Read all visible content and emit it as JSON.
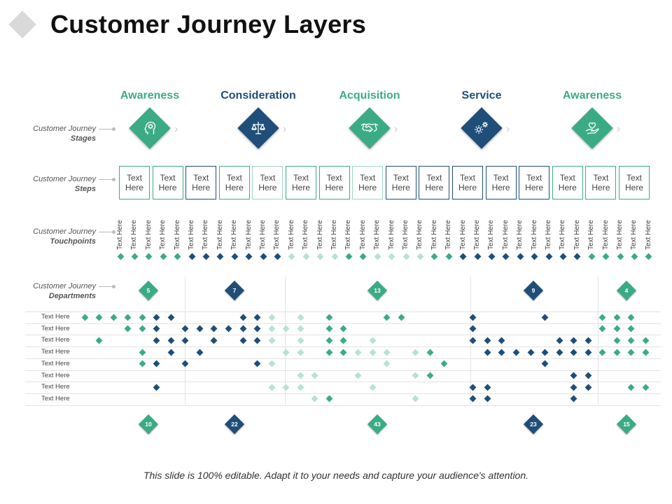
{
  "page_title": "Customer Journey Layers",
  "footer_note": "This slide is 100% editable.  Adapt it to your needs and capture your audience's attention.",
  "colors": {
    "green": "#3bab86",
    "navy": "#1f4e79",
    "light_green": "#b7e1d3",
    "grid_line": "#e3e3e3"
  },
  "row_labels": {
    "stages": {
      "line1": "Customer Journey",
      "line2": "Stages"
    },
    "steps": {
      "line1": "Customer Journey",
      "line2": "Steps"
    },
    "touchpoints": {
      "line1": "Customer Journey",
      "line2": "Touchpoints"
    },
    "departments": {
      "line1": "Customer Journey",
      "line2": "Departments"
    }
  },
  "stages": [
    {
      "name": "Awareness",
      "icon": "head-brain-icon",
      "color": "green"
    },
    {
      "name": "Consideration",
      "icon": "balance-scale-icon",
      "color": "navy"
    },
    {
      "name": "Acquisition",
      "icon": "handshake-icon",
      "color": "green"
    },
    {
      "name": "Service",
      "icon": "gears-icon",
      "color": "navy"
    },
    {
      "name": "Awareness",
      "icon": "heart-hand-icon",
      "color": "green"
    }
  ],
  "steps": [
    {
      "line1": "Text",
      "line2": "Here",
      "color": "green"
    },
    {
      "line1": "Text",
      "line2": "Here",
      "color": "green"
    },
    {
      "line1": "Text",
      "line2": "Here",
      "color": "navy"
    },
    {
      "line1": "Text",
      "line2": "Here",
      "color": "green"
    },
    {
      "line1": "Text",
      "line2": "Here",
      "color": "light"
    },
    {
      "line1": "Text",
      "line2": "Here",
      "color": "green"
    },
    {
      "line1": "Text",
      "line2": "Here",
      "color": "green"
    },
    {
      "line1": "Text",
      "line2": "Here",
      "color": "light"
    },
    {
      "line1": "Text",
      "line2": "Here",
      "color": "navy"
    },
    {
      "line1": "Text",
      "line2": "Here",
      "color": "navy"
    },
    {
      "line1": "Text",
      "line2": "Here",
      "color": "navy"
    },
    {
      "line1": "Text",
      "line2": "Here",
      "color": "navy"
    },
    {
      "line1": "Text",
      "line2": "Here",
      "color": "navy"
    },
    {
      "line1": "Text",
      "line2": "Here",
      "color": "green"
    },
    {
      "line1": "Text",
      "line2": "Here",
      "color": "green"
    },
    {
      "line1": "Text",
      "line2": "Here",
      "color": "green"
    }
  ],
  "touchpoints": {
    "label": "Text Here",
    "markers": [
      "green",
      "green",
      "green",
      "green",
      "green",
      "navy",
      "navy",
      "navy",
      "navy",
      "navy",
      "navy",
      "navy",
      "light",
      "light",
      "light",
      "light",
      "green",
      "green",
      "light",
      "light",
      "light",
      "light",
      "green",
      "green",
      "navy",
      "navy",
      "navy",
      "navy",
      "navy",
      "navy",
      "navy",
      "navy",
      "navy",
      "green",
      "green",
      "green",
      "green",
      "green"
    ]
  },
  "departments": {
    "rows": [
      "Text Here",
      "Text Here",
      "Text Here",
      "Text Here",
      "Text Here",
      "Text Here",
      "Text Here",
      "Text Here"
    ],
    "top_numbers": [
      {
        "value": "5",
        "color": "green"
      },
      {
        "value": "7",
        "color": "navy"
      },
      {
        "value": "13",
        "color": "green"
      },
      {
        "value": "9",
        "color": "navy"
      },
      {
        "value": "4",
        "color": "green"
      }
    ],
    "bottom_numbers": [
      {
        "value": "10",
        "color": "green"
      },
      {
        "value": "22",
        "color": "navy"
      },
      {
        "value": "43",
        "color": "green"
      },
      {
        "value": "23",
        "color": "navy"
      },
      {
        "value": "15",
        "color": "green"
      }
    ],
    "grid": [
      [
        [
          0,
          "green"
        ],
        [
          1,
          "green"
        ],
        [
          2,
          "green"
        ],
        [
          3,
          "green"
        ],
        [
          4,
          "green"
        ],
        [
          5,
          "navy"
        ],
        [
          6,
          "navy"
        ],
        [
          11,
          "navy"
        ],
        [
          12,
          "navy"
        ],
        [
          13,
          "light"
        ],
        [
          15,
          "light"
        ],
        [
          17,
          "green"
        ],
        [
          21,
          "green"
        ],
        [
          22,
          "green"
        ],
        [
          27,
          "navy"
        ],
        [
          32,
          "navy"
        ],
        [
          36,
          "green"
        ],
        [
          37,
          "green"
        ],
        [
          38,
          "green"
        ]
      ],
      [
        [
          3,
          "green"
        ],
        [
          4,
          "green"
        ],
        [
          5,
          "navy"
        ],
        [
          7,
          "navy"
        ],
        [
          8,
          "navy"
        ],
        [
          9,
          "navy"
        ],
        [
          10,
          "navy"
        ],
        [
          11,
          "navy"
        ],
        [
          12,
          "navy"
        ],
        [
          13,
          "light"
        ],
        [
          14,
          "light"
        ],
        [
          15,
          "light"
        ],
        [
          17,
          "green"
        ],
        [
          18,
          "green"
        ],
        [
          27,
          "navy"
        ],
        [
          36,
          "green"
        ],
        [
          37,
          "green"
        ],
        [
          38,
          "green"
        ]
      ],
      [
        [
          1,
          "green"
        ],
        [
          5,
          "navy"
        ],
        [
          6,
          "navy"
        ],
        [
          7,
          "navy"
        ],
        [
          9,
          "navy"
        ],
        [
          11,
          "navy"
        ],
        [
          12,
          "navy"
        ],
        [
          13,
          "light"
        ],
        [
          15,
          "light"
        ],
        [
          17,
          "green"
        ],
        [
          18,
          "green"
        ],
        [
          20,
          "light"
        ],
        [
          27,
          "navy"
        ],
        [
          28,
          "navy"
        ],
        [
          29,
          "navy"
        ],
        [
          33,
          "navy"
        ],
        [
          34,
          "navy"
        ],
        [
          35,
          "navy"
        ],
        [
          37,
          "green"
        ],
        [
          38,
          "green"
        ],
        [
          39,
          "green"
        ]
      ],
      [
        [
          4,
          "green"
        ],
        [
          6,
          "navy"
        ],
        [
          8,
          "navy"
        ],
        [
          14,
          "light"
        ],
        [
          15,
          "light"
        ],
        [
          17,
          "green"
        ],
        [
          18,
          "green"
        ],
        [
          19,
          "light"
        ],
        [
          20,
          "light"
        ],
        [
          21,
          "light"
        ],
        [
          23,
          "light"
        ],
        [
          24,
          "green"
        ],
        [
          28,
          "navy"
        ],
        [
          29,
          "navy"
        ],
        [
          30,
          "navy"
        ],
        [
          31,
          "navy"
        ],
        [
          32,
          "navy"
        ],
        [
          33,
          "navy"
        ],
        [
          34,
          "navy"
        ],
        [
          35,
          "navy"
        ],
        [
          36,
          "green"
        ],
        [
          37,
          "green"
        ],
        [
          38,
          "green"
        ],
        [
          39,
          "green"
        ]
      ],
      [
        [
          4,
          "green"
        ],
        [
          5,
          "navy"
        ],
        [
          7,
          "navy"
        ],
        [
          12,
          "navy"
        ],
        [
          13,
          "light"
        ],
        [
          21,
          "light"
        ],
        [
          25,
          "green"
        ],
        [
          32,
          "navy"
        ]
      ],
      [
        [
          15,
          "light"
        ],
        [
          16,
          "light"
        ],
        [
          19,
          "light"
        ],
        [
          23,
          "light"
        ],
        [
          24,
          "green"
        ],
        [
          34,
          "navy"
        ],
        [
          35,
          "navy"
        ]
      ],
      [
        [
          5,
          "navy"
        ],
        [
          13,
          "light"
        ],
        [
          14,
          "light"
        ],
        [
          15,
          "light"
        ],
        [
          20,
          "light"
        ],
        [
          27,
          "navy"
        ],
        [
          28,
          "navy"
        ],
        [
          34,
          "navy"
        ],
        [
          35,
          "navy"
        ],
        [
          38,
          "green"
        ],
        [
          39,
          "green"
        ]
      ],
      [
        [
          16,
          "light"
        ],
        [
          17,
          "green"
        ],
        [
          23,
          "light"
        ],
        [
          27,
          "navy"
        ],
        [
          28,
          "navy"
        ],
        [
          34,
          "navy"
        ]
      ]
    ]
  }
}
